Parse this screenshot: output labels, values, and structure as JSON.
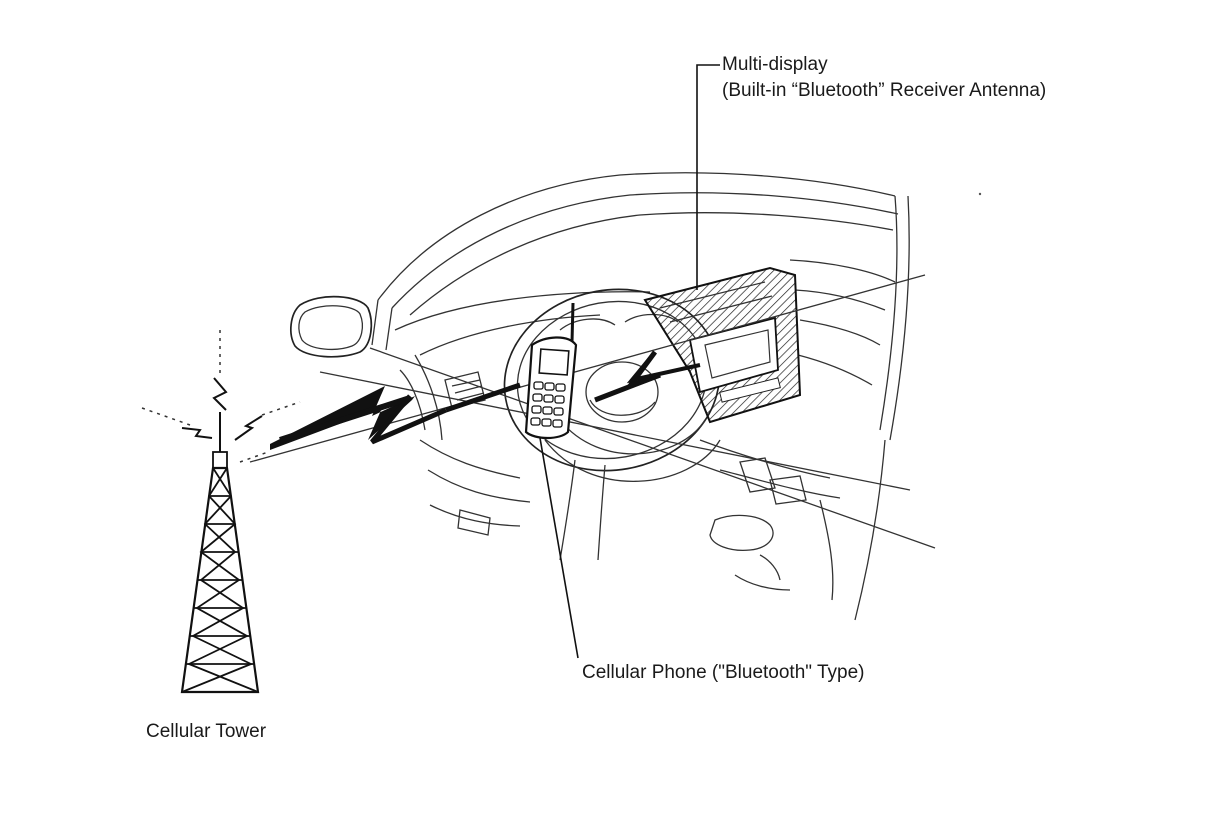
{
  "labels": {
    "display_line1": "Multi-display",
    "display_line2": "(Built-in “Bluetooth” Receiver Antenna)",
    "phone": "Cellular Phone (\"Bluetooth\" Type)",
    "tower": "Cellular Tower"
  }
}
